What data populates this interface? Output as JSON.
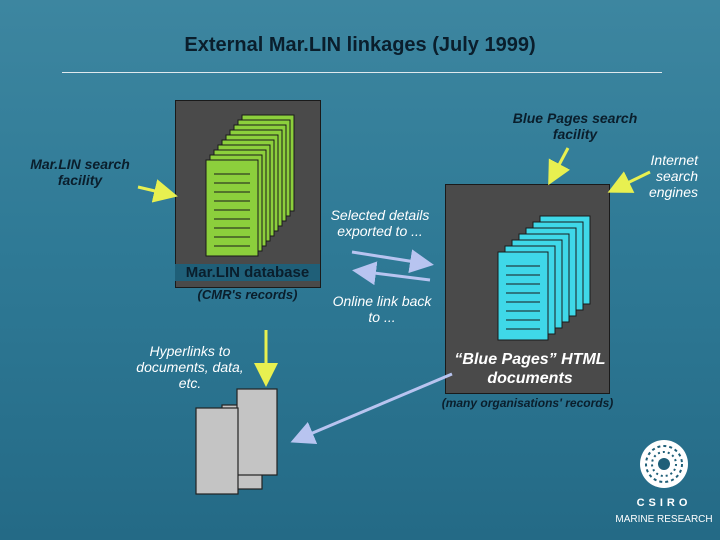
{
  "title": "External Mar.LIN linkages (July 1999)",
  "labels": {
    "marlin_search": "Mar.LIN search facility",
    "blue_pages_search": "Blue Pages search facility",
    "internet_search": "Internet search engines",
    "selected_details": "Selected details exported to ...",
    "online_link": "Online link back to ...",
    "hyperlinks": "Hyperlinks to documents, data, etc.",
    "marlin_database": "Mar.LIN database",
    "cmr_records": "(CMR's records)",
    "blue_pages_docs": "“Blue Pages” HTML documents",
    "many_orgs": "(many organisations' records)"
  },
  "logo": {
    "line1": "CSIRO",
    "line2": "MARINE RESEARCH"
  },
  "colors": {
    "arrow_yellow": "#e8f050",
    "arrow_light": "#b8c4f0",
    "doc_green": "#8ccf3c",
    "doc_cyan": "#3fd8e8",
    "doc_grey": "#c4c4c4"
  }
}
